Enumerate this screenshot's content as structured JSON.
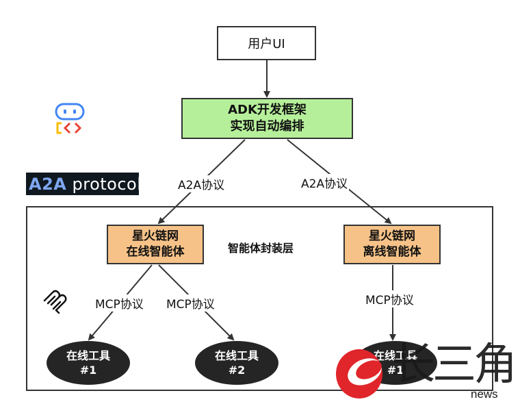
{
  "nodes": {
    "user_ui": "用户UI",
    "adk": {
      "line1": "ADK开发框架",
      "line2": "实现自动编排"
    },
    "agent_online": {
      "line1": "星火链网",
      "line2": "在线智能体"
    },
    "agent_offline": {
      "line1": "星火链网",
      "line2": "离线智能体"
    },
    "tool_1": {
      "line1": "在线工具",
      "line2": "#1"
    },
    "tool_2": {
      "line1": "在线工具",
      "line2": "#2"
    },
    "tool_3": {
      "line1": "在线工具",
      "line2": "#1"
    }
  },
  "layer_title": "智能体封装层",
  "edge_labels": {
    "a2a_left": "A2A协议",
    "a2a_right": "A2A协议",
    "mcp_1": "MCP协议",
    "mcp_2": "MCP协议",
    "mcp_3": "MCP协议"
  },
  "logos": {
    "a2a_protocol": {
      "part1": "A2A",
      "part2": " protocol"
    },
    "adk_logo_icon": "adk-robot-icon",
    "mcp_logo_icon": "mcp-icon"
  },
  "watermark": {
    "chars": "长三角",
    "sub": "news"
  },
  "colors": {
    "adk_fill": "#b6ef9a",
    "agent_fill": "#f6c288",
    "tool_fill": "#252525",
    "watermark_red": "#e0262b"
  }
}
